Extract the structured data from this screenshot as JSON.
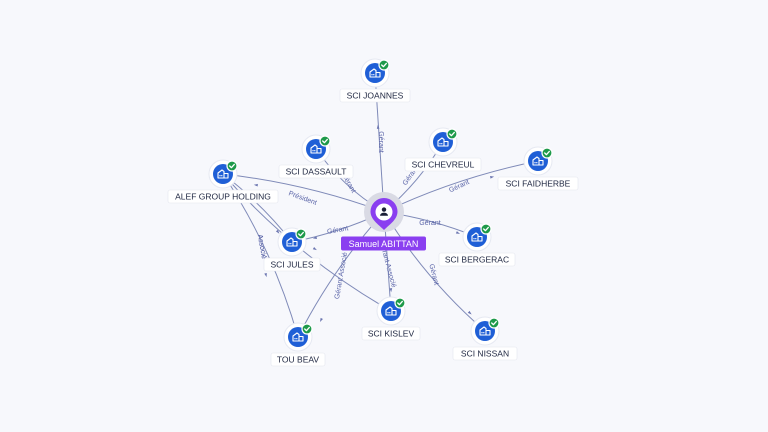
{
  "center": {
    "id": "p",
    "label": "Samuel ABITTAN"
  },
  "nodes": [
    {
      "id": "joannes",
      "label": "SCI JOANNES"
    },
    {
      "id": "dassault",
      "label": "SCI DASSAULT"
    },
    {
      "id": "chevreul",
      "label": "SCI CHEVREUL"
    },
    {
      "id": "faidherbe",
      "label": "SCI FAIDHERBE"
    },
    {
      "id": "alef",
      "label": "ALEF GROUP HOLDING"
    },
    {
      "id": "jules",
      "label": "SCI JULES"
    },
    {
      "id": "bergerac",
      "label": "SCI BERGERAC"
    },
    {
      "id": "kislev",
      "label": "SCI KISLEV"
    },
    {
      "id": "nissan",
      "label": "SCI NISSAN"
    },
    {
      "id": "toubeav",
      "label": "TOU BEAV"
    }
  ],
  "edges": [
    {
      "from": "p",
      "to": "joannes",
      "label": "Gérant"
    },
    {
      "from": "p",
      "to": "dassault",
      "label": "Gérant"
    },
    {
      "from": "p",
      "to": "chevreul",
      "label": "Gérant"
    },
    {
      "from": "p",
      "to": "faidherbe",
      "label": "Gérant"
    },
    {
      "from": "p",
      "to": "alef",
      "label": "Président"
    },
    {
      "from": "p",
      "to": "jules",
      "label": "Gérant"
    },
    {
      "from": "p",
      "to": "bergerac",
      "label": "Gérant"
    },
    {
      "from": "p",
      "to": "kislev",
      "label": "Gérant Associé"
    },
    {
      "from": "p",
      "to": "nissan",
      "label": "Gérant"
    },
    {
      "from": "p",
      "to": "toubeav",
      "label": "Gérant Associé"
    },
    {
      "from": "alef",
      "to": "jules",
      "label": "Associé"
    },
    {
      "from": "alef",
      "to": "toubeav",
      "label": "Associé"
    },
    {
      "from": "alef",
      "to": "kislev",
      "label": ""
    }
  ],
  "colors": {
    "company": "#1f5fd6",
    "person": "#8a3ff0",
    "verified": "#1e9a4a",
    "edge": "#7f8ab8"
  },
  "icons": {
    "company": "building-icon",
    "person": "person-icon",
    "verified": "check-badge-icon"
  }
}
